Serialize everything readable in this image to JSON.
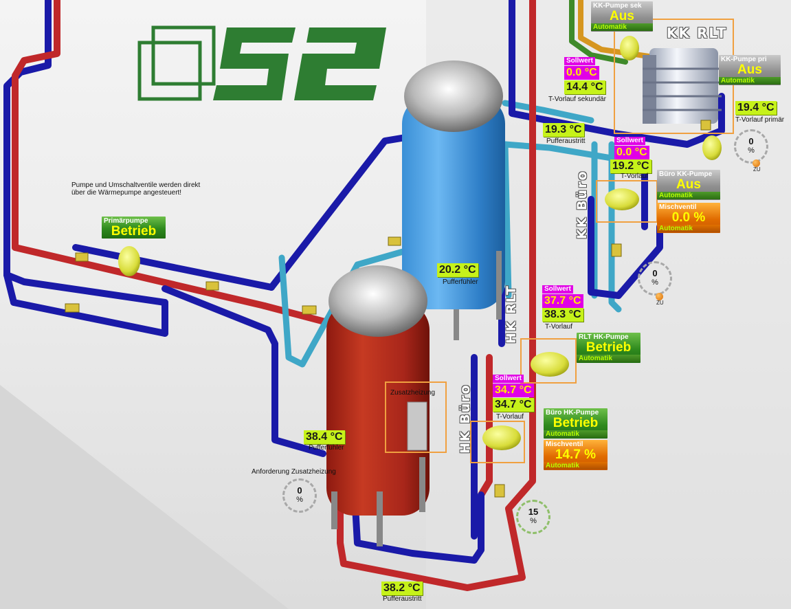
{
  "info_note": "Pumpe und Umschaltventile werden direkt über die Wärmepumpe angesteuert!",
  "primary_pump": {
    "label": "Primärpumpe",
    "state": "Betrieb"
  },
  "kk_rlt_title": "KK RLT",
  "kk_pump_sec": {
    "label": "KK-Pumpe sek",
    "state": "Aus",
    "mode": "Automatik"
  },
  "kk_pump_pri": {
    "label": "KK-Pumpe pri",
    "state": "Aus",
    "mode": "Automatik"
  },
  "kk_rlt": {
    "soll_label": "Sollwert",
    "soll_value": "0.0 °C",
    "t_vorlauf_sek": "14.4 °C",
    "t_vorlauf_sek_label": "T-Vorlauf sekundär",
    "t_vorlauf_prim": "19.4 °C",
    "t_vorlauf_prim_label": "T-Vorlauf primär",
    "valve_percent": "0",
    "valve_unit": "%",
    "valve_state": "ZU"
  },
  "buffer_top": {
    "puffer_austritt": "19.3 °C",
    "puffer_austritt_label": "Pufferaustritt",
    "puffer_fuehler": "20.2 °C",
    "puffer_fuehler_label": "Pufferfühler"
  },
  "kk_buero": {
    "title": "KK Büro",
    "soll_label": "Sollwert",
    "soll_value": "0.0 °C",
    "t_vorlauf": "19.2 °C",
    "t_vorlauf_label": "T-Vorlauf",
    "pump": {
      "label": "Büro KK-Pumpe",
      "state": "Aus",
      "mode": "Automatik"
    },
    "mischventil": {
      "label": "Mischventil",
      "value": "0.0 %",
      "mode": "Automatik"
    },
    "valve_percent": "0",
    "valve_unit": "%",
    "valve_state": "ZU"
  },
  "hk_rlt": {
    "title": "HK RLT",
    "soll_label": "Sollwert",
    "soll_value": "37.7 °C",
    "t_vorlauf": "38.3 °C",
    "t_vorlauf_label": "T-Vorlauf",
    "pump": {
      "label": "RLT HK-Pumpe",
      "state": "Betrieb",
      "mode": "Automatik"
    }
  },
  "hk_buero": {
    "title": "HK Büro",
    "soll_label": "Sollwert",
    "soll_value": "34.7 °C",
    "t_vorlauf": "34.7 °C",
    "t_vorlauf_label": "T-Vorlauf",
    "pump": {
      "label": "Büro HK-Pumpe",
      "state": "Betrieb",
      "mode": "Automatik"
    },
    "mischventil": {
      "label": "Mischventil",
      "value": "14.7 %",
      "mode": "Automatik"
    },
    "valve_percent": "15",
    "valve_unit": "%"
  },
  "buffer_bottom": {
    "puffer_fuehler": "38.4 °C",
    "puffer_fuehler_label": "Pufferfühler",
    "puffer_austritt": "38.2 °C",
    "puffer_austritt_label": "Pufferaustritt",
    "zusatzheizung_label": "Zusatzheizung",
    "anforderung_label": "Anforderung Zusatzheizung",
    "anforderung_percent": "0",
    "anforderung_unit": "%"
  },
  "colors": {
    "hot_pipe": "#c0282a",
    "cold_pipe": "#1a1aa8",
    "chilled_pipe": "#3fa7c7",
    "value_bg": "#c6f21a",
    "setpoint_bg": "#e100e6",
    "logo_green": "#2e7d32"
  }
}
